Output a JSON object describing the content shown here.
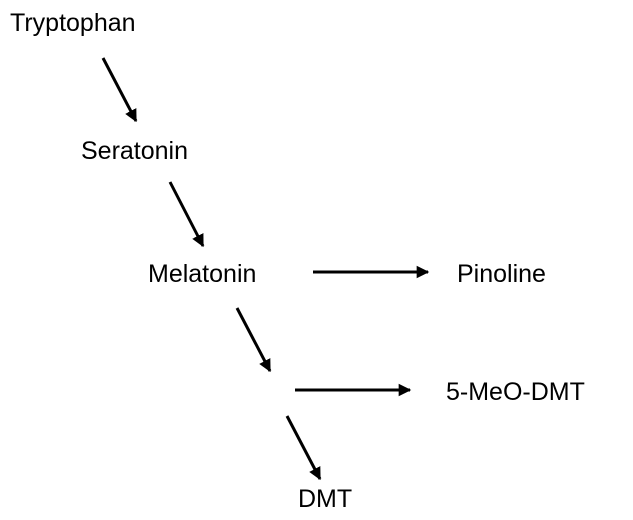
{
  "compounds": {
    "tryptophan": "Tryptophan",
    "seratonin": "Seratonin",
    "melatonin": "Melatonin",
    "pinoline": "Pinoline",
    "meodmt": "5-MeO-DMT",
    "dmt": "DMT"
  },
  "colors": {
    "ink": "#000000",
    "background": "#ffffff"
  }
}
